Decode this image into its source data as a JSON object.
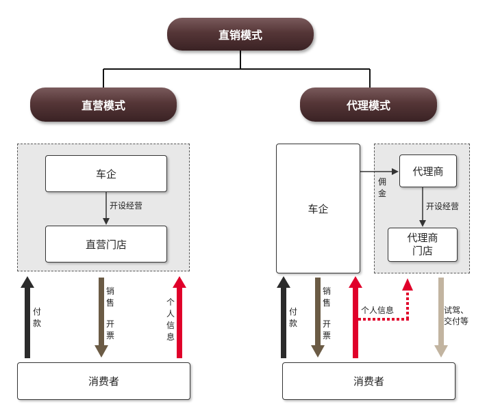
{
  "titles": {
    "root": "直销模式",
    "left": "直营模式",
    "right": "代理模式"
  },
  "left": {
    "company": "车企",
    "store": "直营门店",
    "open_label": "开设经营",
    "payment": [
      "付",
      "款"
    ],
    "sales": [
      "销",
      "售",
      "",
      "开",
      "票"
    ],
    "personal_info": [
      "个",
      "人",
      "信",
      "息"
    ],
    "consumer": "消费者"
  },
  "right": {
    "company": "车企",
    "agent": "代理商",
    "agent_store": [
      "代理商",
      "门店"
    ],
    "commission": [
      "佣",
      "金"
    ],
    "open_label": "开设经营",
    "payment": [
      "付",
      "款"
    ],
    "sales": [
      "销",
      "售",
      "",
      "开",
      "票"
    ],
    "personal_info": "个人信息",
    "test_drive": [
      "试驾、",
      "交付等"
    ],
    "consumer": "消费者"
  },
  "colors": {
    "pill": "#553637",
    "payment_arrow": "#2b2b2b",
    "sales_arrow": "#6b5b45",
    "info_arrow": "#e0002a",
    "test_drive_arrow": "#c2b4a0"
  }
}
